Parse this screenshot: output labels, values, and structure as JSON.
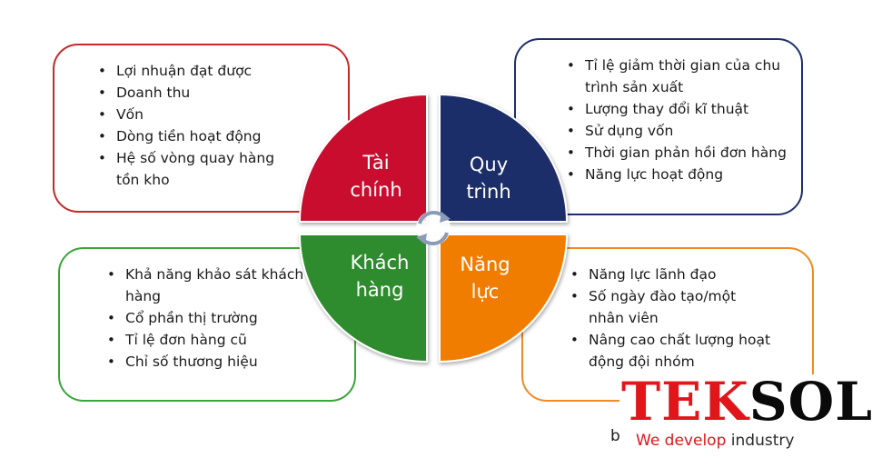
{
  "boxes": {
    "tl": [
      "Lợi nhuận đạt được",
      "Doanh thu",
      "Vốn",
      "Dòng tiền hoạt động",
      "Hệ số vòng quay hàng tồn kho"
    ],
    "tr": [
      "Tỉ lệ giảm thời gian của chu trình sản xuất",
      "Lượng thay đổi kĩ thuật",
      "Sử dụng vốn",
      "Thời gian phản hồi đơn hàng",
      "Năng lực hoạt động"
    ],
    "bl": [
      "Khả năng khảo sát khách hàng",
      "Cổ phần thị trường",
      "Tỉ lệ đơn hàng cũ",
      "Chỉ số thương hiệu"
    ],
    "br": [
      "Năng lực lãnh đạo",
      "Số ngày đào tạo/một nhân viên",
      "Nâng cao chất lượng hoạt động đội nhóm"
    ]
  },
  "quadrants": {
    "tl": {
      "line1": "Tài",
      "line2": "chính",
      "color": "#c8102e"
    },
    "tr": {
      "line1": "Quy",
      "line2": "trình",
      "color": "#1f2f6b"
    },
    "bl": {
      "line1": "Khách",
      "line2": "hàng",
      "color": "#2e8b2e"
    },
    "br": {
      "line1": "Năng",
      "line2": "lực",
      "color": "#f07d00"
    }
  },
  "center_icon": "cycle-arrows-icon",
  "logo": {
    "part1": "TEK",
    "part2": "SOL",
    "tagline_a": "We develop",
    "tagline_b": " industry"
  },
  "fragment": "b"
}
